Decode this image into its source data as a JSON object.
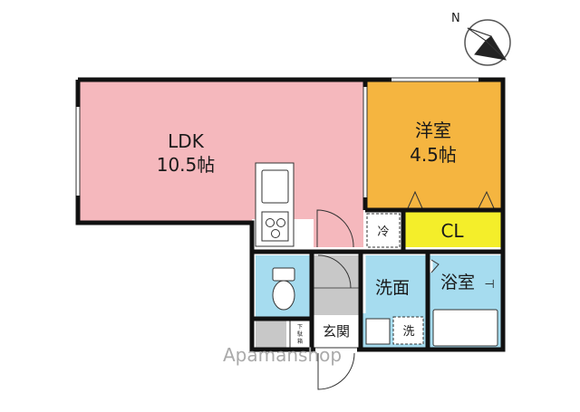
{
  "compass": {
    "north_label": "N",
    "icon": "compass-icon"
  },
  "rooms": {
    "ldk": {
      "name": "LDK",
      "size": "10.5帖",
      "color": "#f5b8bd"
    },
    "western": {
      "name": "洋室",
      "size": "4.5帖",
      "color": "#f5b540"
    },
    "closet": {
      "name": "CL",
      "color": "#f4ee2a"
    },
    "washroom": {
      "name": "洗面",
      "color": "#a6dcef"
    },
    "bathroom": {
      "name": "浴室",
      "color": "#a6dcef"
    },
    "toilet": {
      "color": "#a6dcef"
    },
    "entrance": {
      "name": "玄関",
      "color": "#c8c8c8"
    }
  },
  "fixtures": {
    "fridge": "冷",
    "washer": "洗",
    "shoe_box_line1": "下",
    "shoe_box_line2": "駄",
    "shoe_box_line3": "箱"
  },
  "watermark": "Apamanshop"
}
